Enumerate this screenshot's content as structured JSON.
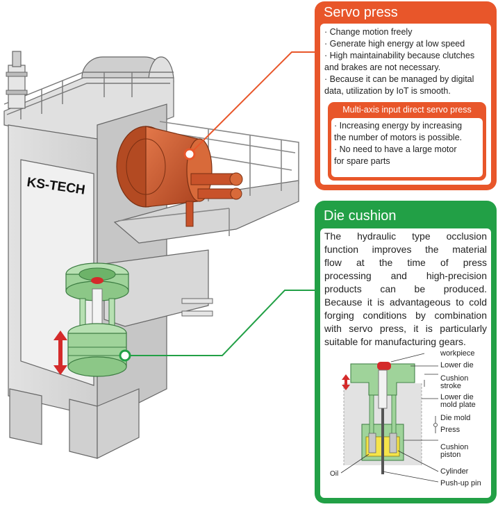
{
  "logo_text": "KS-TECH",
  "servo_press": {
    "title": "Servo press",
    "bullets": [
      "· Change motion freely",
      "· Generate high energy at low speed",
      "· High maintainability because clutches",
      "and brakes are not necessary.",
      "· Because it can be managed by digital",
      "data, utilization by IoT is smooth."
    ],
    "multi_axis": {
      "title": "Multi-axis input direct servo press",
      "bullets": [
        "· Increasing energy by increasing",
        "the number of motors is possible.",
        "· No need to have a large motor",
        "for spare parts"
      ]
    }
  },
  "die_cushion": {
    "title": "Die cushion",
    "lines": [
      "The hydraulic type occlusion",
      "function improves the material",
      "flow at the time of press",
      "processing and high-precision",
      "products can be produced.",
      "Because it is advantageous to cold",
      "forging conditions by combination",
      "with servo press, it is particularly",
      "suitable for manufacturing gears."
    ],
    "labels": {
      "workpiece": "workpiece",
      "lower_die": "Lower die",
      "cushion_stroke_1": "Cushion",
      "cushion_stroke_2": "stroke",
      "lower_die_mold_1": "Lower die",
      "lower_die_mold_2": "mold plate",
      "die_mold": "Die mold",
      "press": "Press",
      "cushion_piston_1": "Cushion",
      "cushion_piston_2": "piston",
      "oil": "Oil",
      "cylinder": "Cylinder",
      "push_up_pin": "Push-up pin"
    }
  },
  "colors": {
    "servo_orange": "#e8562a",
    "die_green": "#22a046",
    "machine_gray": "#d4d4d4",
    "cushion_green": "#9fd39a",
    "motor_copper": "#c8522a",
    "workpiece_red": "#d42a2a"
  }
}
